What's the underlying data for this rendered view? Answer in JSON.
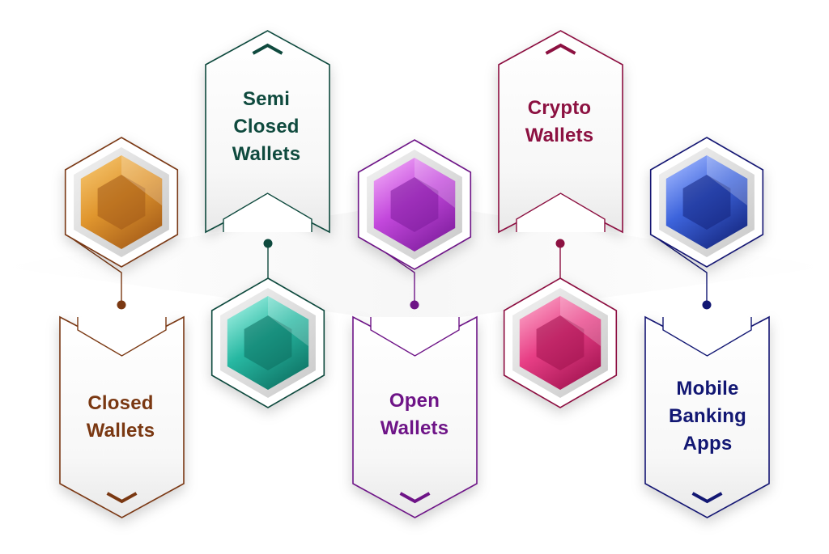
{
  "diagram": {
    "items": [
      {
        "id": "closed",
        "lines": [
          "Closed",
          "Wallets"
        ],
        "color": "#7a3812",
        "gem": [
          "#f5c36b",
          "#e0962e",
          "#a35a18"
        ]
      },
      {
        "id": "semi",
        "lines": [
          "Semi",
          "Closed",
          "Wallets"
        ],
        "color": "#0f4a3e",
        "gem": [
          "#9ff0e2",
          "#27b8a2",
          "#0d6f61"
        ]
      },
      {
        "id": "open",
        "lines": [
          "Open",
          "Wallets"
        ],
        "color": "#6e1487",
        "gem": [
          "#f0a6f7",
          "#c348dc",
          "#7d1c9c"
        ]
      },
      {
        "id": "crypto",
        "lines": [
          "Crypto",
          "Wallets"
        ],
        "color": "#8c1141",
        "gem": [
          "#fba2c5",
          "#e83f86",
          "#a0124f"
        ]
      },
      {
        "id": "mobile",
        "lines": [
          "Mobile",
          "Banking",
          "Apps"
        ],
        "color": "#121773",
        "gem": [
          "#9fb6ff",
          "#3d64dc",
          "#14257d"
        ]
      }
    ]
  }
}
